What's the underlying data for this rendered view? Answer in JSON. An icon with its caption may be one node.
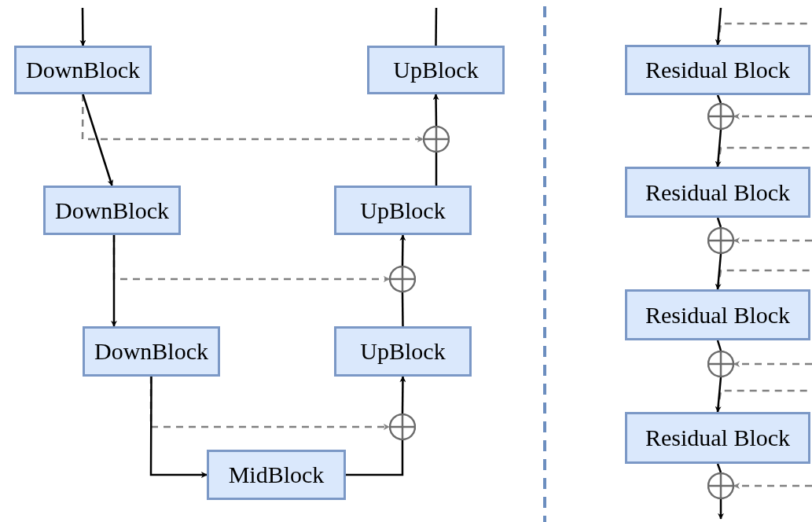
{
  "diagram": {
    "nodes": [
      {
        "text": [
          "DownBlock"
        ]
      },
      {
        "text": [
          "DownBlock"
        ]
      },
      {
        "text": [
          "DownBlock"
        ]
      },
      {
        "text": [
          "MidBlock"
        ]
      },
      {
        "text": [
          "UpBlock"
        ]
      },
      {
        "text": [
          "UpBlock"
        ]
      },
      {
        "text": [
          "UpBlock"
        ]
      },
      {
        "text": [],
        "shape": "circle"
      },
      {
        "text": [],
        "shape": "circle"
      },
      {
        "text": [],
        "shape": "circle"
      },
      {
        "text": [
          "Residual Block"
        ]
      },
      {
        "text": [],
        "shape": "circle"
      },
      {
        "text": [
          "Residual Block"
        ]
      },
      {
        "text": [],
        "shape": "circle"
      },
      {
        "text": [
          "Residual Block"
        ]
      },
      {
        "text": [],
        "shape": "circle"
      },
      {
        "text": [
          "Residual Block"
        ]
      },
      {
        "text": [],
        "shape": "circle"
      }
    ],
    "edges": [
      {
        "from": null,
        "to": 0,
        "arrow": "to"
      },
      {
        "from": 0,
        "to": 1,
        "arrow": "to"
      },
      {
        "from": 1,
        "to": 2,
        "arrow": "to"
      },
      {
        "from": 2,
        "to": 3,
        "arrow": "to"
      },
      {
        "from": 3,
        "to": 7,
        "arrow": "none"
      },
      {
        "from": 7,
        "to": 4,
        "arrow": "to"
      },
      {
        "from": 4,
        "to": 8,
        "arrow": "none"
      },
      {
        "from": 8,
        "to": 5,
        "arrow": "to"
      },
      {
        "from": 5,
        "to": 9,
        "arrow": "none"
      },
      {
        "from": 9,
        "to": 6,
        "arrow": "to"
      },
      {
        "from": 6,
        "to": null,
        "arrow": "none"
      },
      {
        "from": 0,
        "to": 9,
        "arrow": "to",
        "style": "dashed",
        "color": "#808080"
      },
      {
        "from": 1,
        "to": 8,
        "arrow": "to",
        "style": "dashed",
        "color": "#808080"
      },
      {
        "from": 2,
        "to": 7,
        "arrow": "to",
        "style": "dashed",
        "color": "#808080"
      },
      {
        "from": null,
        "to": 10,
        "arrow": "to"
      },
      {
        "from": 10,
        "to": null,
        "arrow": "none",
        "style": "dashed",
        "color": "#808080"
      },
      {
        "from": 10,
        "to": 11,
        "arrow": "none"
      },
      {
        "from": null,
        "to": 11,
        "arrow": "to",
        "style": "dashed",
        "color": "#808080"
      },
      {
        "from": 11,
        "to": 12,
        "arrow": "to"
      },
      {
        "from": 12,
        "to": null,
        "arrow": "none",
        "style": "dashed",
        "color": "#808080"
      },
      {
        "from": 12,
        "to": 13,
        "arrow": "none"
      },
      {
        "from": null,
        "to": 13,
        "arrow": "to",
        "style": "dashed",
        "color": "#808080"
      },
      {
        "from": 13,
        "to": 14,
        "arrow": "to"
      },
      {
        "from": 14,
        "to": null,
        "arrow": "none",
        "style": "dashed",
        "color": "#808080"
      },
      {
        "from": 14,
        "to": 15,
        "arrow": "none"
      },
      {
        "from": null,
        "to": 15,
        "arrow": "to",
        "style": "dashed",
        "color": "#808080"
      },
      {
        "from": 15,
        "to": 16,
        "arrow": "to"
      },
      {
        "from": 16,
        "to": null,
        "arrow": "none",
        "style": "dashed",
        "color": "#808080"
      },
      {
        "from": 16,
        "to": 17,
        "arrow": "none"
      },
      {
        "from": null,
        "to": 17,
        "arrow": "to",
        "style": "dashed",
        "color": "#808080"
      },
      {
        "from": 17,
        "to": null,
        "arrow": "to"
      }
    ]
  }
}
